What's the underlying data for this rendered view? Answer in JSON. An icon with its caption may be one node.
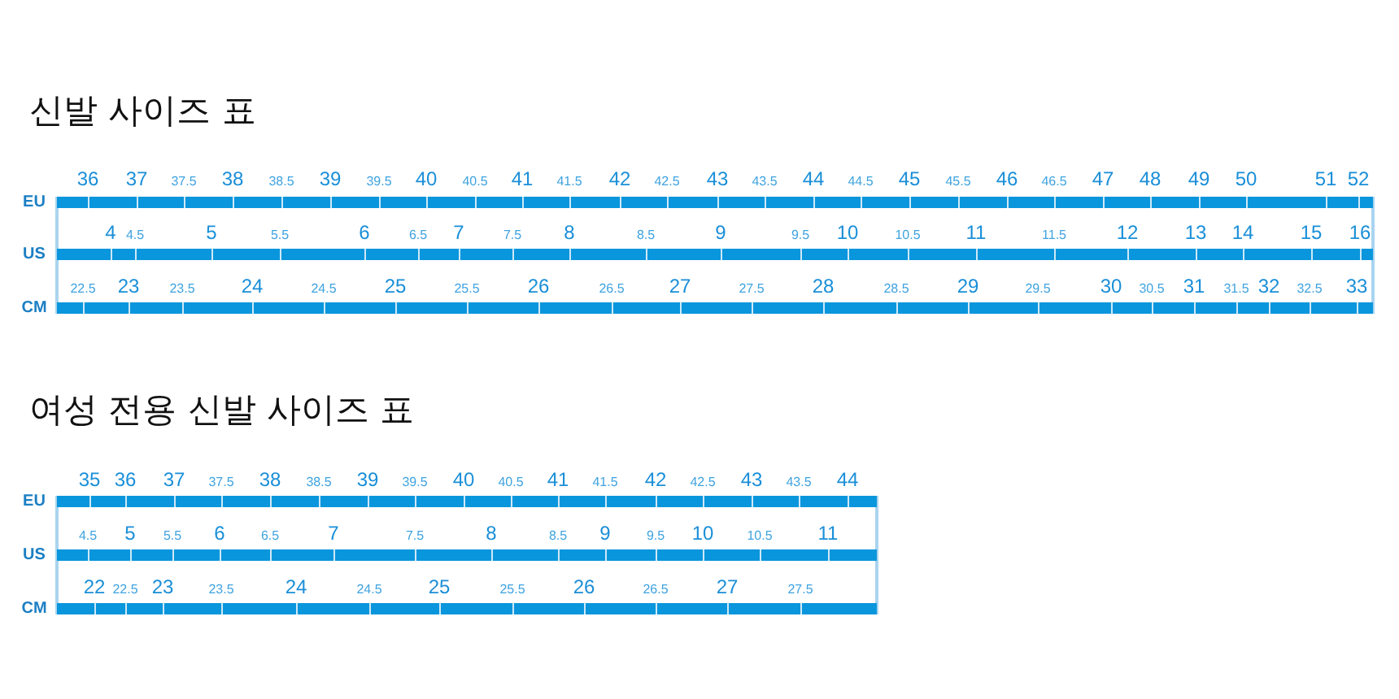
{
  "diagram": {
    "labels": [
      "신발 사이즈 표",
      "EU",
      "36",
      "37",
      "37.5",
      "38",
      "38.5",
      "39",
      "39.5",
      "40",
      "40.5",
      "41",
      "41.5",
      "42",
      "42.5",
      "43",
      "43.5",
      "44",
      "44.5",
      "45",
      "45.5",
      "46",
      "46.5",
      "47",
      "48",
      "49",
      "50",
      "51",
      "52",
      "US",
      "4",
      "4.5",
      "5",
      "5.5",
      "6",
      "6.5",
      "7",
      "7.5",
      "8",
      "8.5",
      "9",
      "9.5",
      "10",
      "10.5",
      "11",
      "11.5",
      "12",
      "13",
      "14",
      "15",
      "16",
      "CM",
      "22.5",
      "23",
      "23.5",
      "24",
      "24.5",
      "25",
      "25.5",
      "26",
      "26.5",
      "27",
      "27.5",
      "28",
      "28.5",
      "29",
      "29.5",
      "30",
      "30.5",
      "31",
      "31.5",
      "32",
      "32.5",
      "33",
      "여성 전용 신발 사이즈 표",
      "EU",
      "35",
      "36",
      "37",
      "37.5",
      "38",
      "38.5",
      "39",
      "39.5",
      "40",
      "40.5",
      "41",
      "41.5",
      "42",
      "42.5",
      "43",
      "43.5",
      "44",
      "US",
      "4.5",
      "5",
      "5.5",
      "6",
      "6.5",
      "7",
      "7.5",
      "8",
      "8.5",
      "9",
      "9.5",
      "10",
      "10.5",
      "11",
      "CM",
      "22",
      "22.5",
      "23",
      "23.5",
      "24",
      "24.5",
      "25",
      "25.5",
      "26",
      "26.5",
      "27",
      "27.5"
    ]
  }
}
